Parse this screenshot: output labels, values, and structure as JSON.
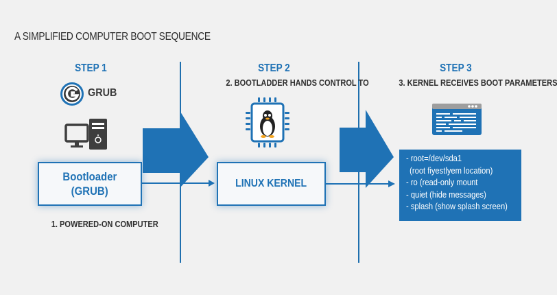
{
  "title": "A SIMPLIFIED COMPUTER BOOT SEQUENCE",
  "colors": {
    "accent": "#1f72b5",
    "text_dark": "#2e2e2e",
    "background": "#f1f1f1"
  },
  "steps": [
    {
      "heading": "STEP 1",
      "caption": "1. POWERED-ON COMPUTER",
      "logo_label": "GRUB",
      "icons": [
        "grub-logo-icon",
        "desktop-computer-icon"
      ],
      "box_lines": [
        "Bootloader",
        "(GRUB)"
      ]
    },
    {
      "heading": "STEP 2",
      "caption": "2. BOOTLADDER HANDS CONTROL TO",
      "icons": [
        "cpu-chip-penguin-icon"
      ],
      "box_lines": [
        "LINUX KERNEL"
      ]
    },
    {
      "heading": "STEP 3",
      "caption": "3. KERNEL RECEIVES BOOT PARAMETERS",
      "icons": [
        "terminal-window-icon"
      ],
      "params": [
        "- root=/dev/sda1",
        "  (root fiyestlyem location)",
        "- ro (read-only mount",
        "- quiet (hide messages)",
        "- splash (show splash screen)"
      ]
    }
  ]
}
